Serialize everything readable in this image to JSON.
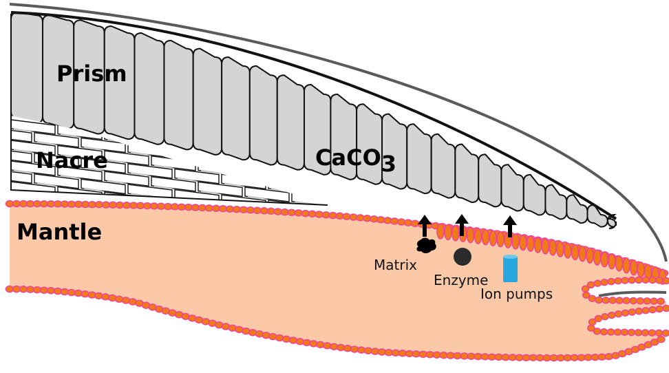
{
  "labels": {
    "prism": "Prism",
    "nacre": "Nacre",
    "caco3_main": "CaCO",
    "caco3_sub": "3",
    "mantle": "Mantle",
    "matrix": "Matrix",
    "enzyme": "Enzyme",
    "ion_pumps": "Ion pumps"
  },
  "colors": {
    "prism_fill": "#d4d4d4",
    "nacre_fill": "#ffffff",
    "nacre_shadow": "#c8c8c8",
    "mantle_fill": "#fbc9a8",
    "cell_fill": "#f07a18",
    "cell_border": "#f0409a",
    "outline": "#111111",
    "periostracum": "#5a5a5a",
    "ion_pump": "#29a8e0",
    "enzyme": "#2b2b2b"
  }
}
